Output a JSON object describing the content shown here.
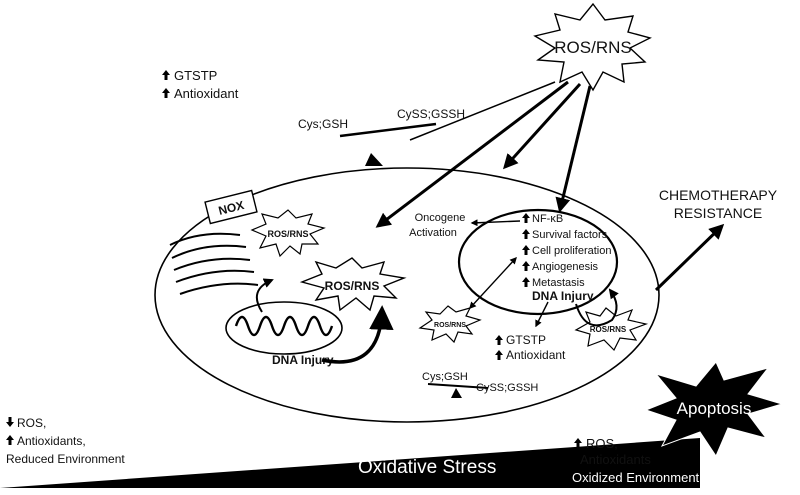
{
  "labels": {
    "ros_rns_top": "ROS/RNS",
    "gtstp_top": "GTSTP",
    "antioxidant_top": "Antioxidant",
    "cys_gsh_top": "Cys;GSH",
    "cyss_gssh_top": "CySS;GSSH",
    "nox": "NOX",
    "ros_rns_nox": "ROS/RNS",
    "ros_rns_mito": "ROS/RNS",
    "dna_injury_mito": "DNA Injury",
    "oncogene": "Oncogene",
    "activation": "Activation",
    "nfkb": "NF-κB",
    "survival": "Survival factors",
    "proliferation": "Cell proliferation",
    "angiogenesis": "Angiogenesis",
    "metastasis": "Metastasis",
    "dna_injury_nucleus": "DNA Injury",
    "ros_rns_left_small": "ROS/RNS",
    "ros_rns_right_small": "ROS/RNS",
    "gtstp_cell": "GTSTP",
    "antioxidant_cell": "Antioxidant",
    "cys_gsh_bottom": "Cys;GSH",
    "cyss_gssh_bottom": "CySS;GSSH",
    "chemo_line1": "CHEMOTHERAPY",
    "chemo_line2": "RESISTANCE",
    "ros_left": "ROS,",
    "antioxidants_left": "Antioxidants,",
    "reduced_env": "Reduced Environment",
    "oxidative_stress": "Oxidative Stress",
    "apoptosis": "Apoptosis",
    "ros_right": "ROS,",
    "antioxidants_right": "Antioxidants",
    "oxidized_env": "Oxidized Environment"
  }
}
